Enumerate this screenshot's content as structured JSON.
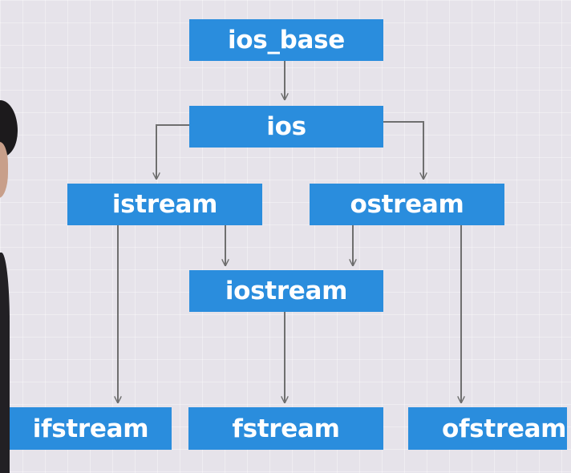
{
  "diagram": {
    "nodes": [
      {
        "id": "ios_base",
        "label": "ios_base"
      },
      {
        "id": "ios",
        "label": "ios"
      },
      {
        "id": "istream",
        "label": "istream"
      },
      {
        "id": "ostream",
        "label": "ostream"
      },
      {
        "id": "iostream",
        "label": "iostream"
      },
      {
        "id": "ifstream",
        "label": "ifstream"
      },
      {
        "id": "fstream",
        "label": "fstream"
      },
      {
        "id": "ofstream",
        "label": "ofstream"
      }
    ],
    "edges": [
      {
        "from": "ios_base",
        "to": "ios"
      },
      {
        "from": "ios",
        "to": "istream"
      },
      {
        "from": "ios",
        "to": "ostream"
      },
      {
        "from": "istream",
        "to": "iostream"
      },
      {
        "from": "ostream",
        "to": "iostream"
      },
      {
        "from": "istream",
        "to": "ifstream"
      },
      {
        "from": "iostream",
        "to": "fstream"
      },
      {
        "from": "ostream",
        "to": "ofstream"
      }
    ],
    "colors": {
      "node_fill": "#2a8ddd",
      "node_text": "#ffffff",
      "edge": "#6f6f6f",
      "background": "#e6e3ea"
    }
  }
}
